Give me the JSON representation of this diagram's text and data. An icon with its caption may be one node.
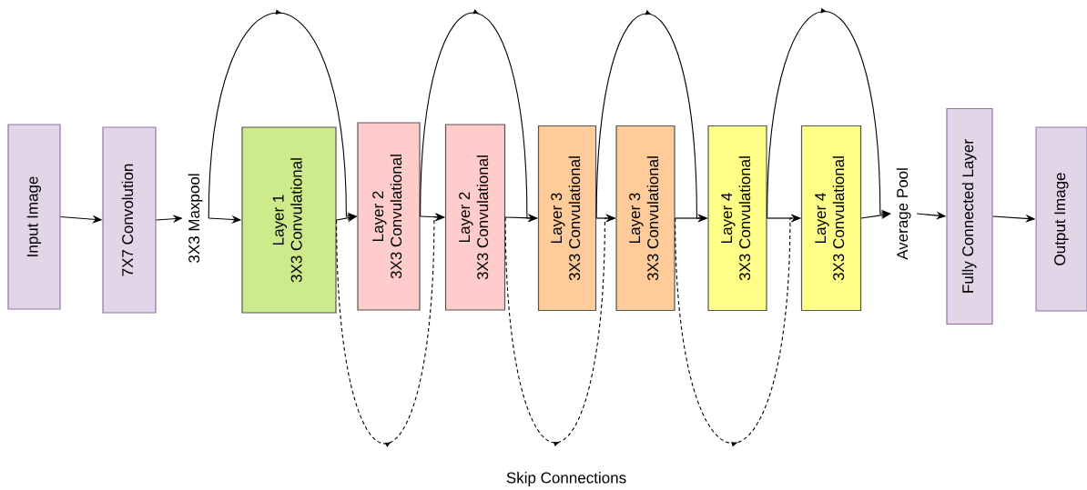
{
  "diagram": {
    "nodes": [
      {
        "text": [
          "Input Image"
        ]
      },
      {
        "text": [
          "7X7 Convolution"
        ]
      },
      {
        "text": [
          "3X3 Maxpool"
        ]
      },
      {
        "text": [
          "Layer 1",
          "3X3 Convulational"
        ]
      },
      {
        "text": [
          "Layer 2",
          "3X3 Convulational"
        ]
      },
      {
        "text": [
          "Layer 2",
          "3X3 Convulational"
        ]
      },
      {
        "text": [
          "Layer 3",
          "3X3 Convulational"
        ]
      },
      {
        "text": [
          "Layer 3",
          "3X3 Convulational"
        ]
      },
      {
        "text": [
          "Layer 4",
          "3X3 Convulational"
        ]
      },
      {
        "text": [
          "Layer 4",
          "3X3 Convulational"
        ]
      },
      {
        "text": [
          "Average Pool"
        ]
      },
      {
        "text": [
          "Fully Connected Layer"
        ]
      },
      {
        "text": [
          "Output Image"
        ]
      }
    ],
    "edges": [
      {
        "from": 0,
        "to": 1,
        "arrow": "to"
      },
      {
        "from": 1,
        "to": 2,
        "arrow": "to"
      },
      {
        "from": 2,
        "to": 3,
        "arrow": "to"
      },
      {
        "from": 3,
        "to": 4,
        "arrow": "to"
      },
      {
        "from": 4,
        "to": 5,
        "arrow": "to"
      },
      {
        "from": 5,
        "to": 6,
        "arrow": "to"
      },
      {
        "from": 6,
        "to": 7,
        "arrow": "to"
      },
      {
        "from": 7,
        "to": 8,
        "arrow": "to"
      },
      {
        "from": 8,
        "to": 9,
        "arrow": "to"
      },
      {
        "from": 9,
        "to": 10,
        "arrow": "to"
      },
      {
        "from": 10,
        "to": 11,
        "arrow": "to"
      },
      {
        "from": 11,
        "to": 12,
        "arrow": "to"
      },
      {
        "from": 2,
        "to": 4,
        "arrow": "to"
      },
      {
        "from": 4,
        "to": 6,
        "arrow": "to"
      },
      {
        "from": 6,
        "to": 8,
        "arrow": "to"
      },
      {
        "from": 8,
        "to": 10,
        "arrow": "to"
      },
      {
        "from": 3,
        "to": 5,
        "arrow": "to",
        "style": "dashed"
      },
      {
        "from": 5,
        "to": 7,
        "arrow": "to",
        "style": "dashed"
      },
      {
        "from": 7,
        "to": 9,
        "arrow": "to",
        "style": "dashed"
      }
    ],
    "labels": [
      "Skip Connections"
    ]
  }
}
